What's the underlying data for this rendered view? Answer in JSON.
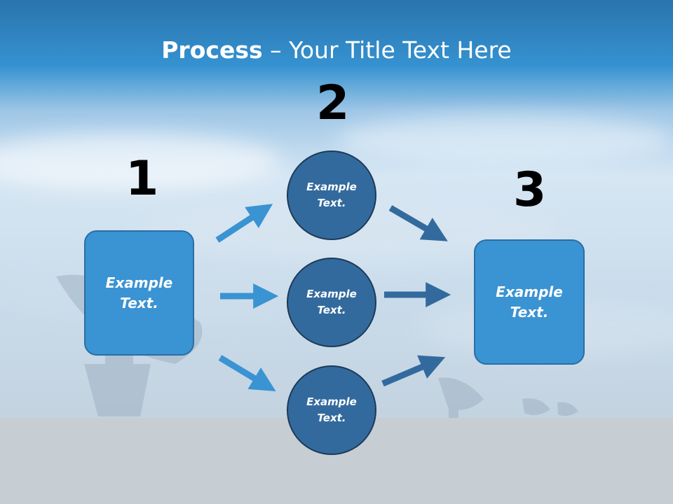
{
  "title": {
    "bold": "Process",
    "rest": " – Your Title Text Here"
  },
  "steps": {
    "one": "1",
    "two": "2",
    "three": "3"
  },
  "left_box": {
    "line1": "Example",
    "line2": "Text."
  },
  "right_box": {
    "line1": "Example",
    "line2": "Text."
  },
  "circles": [
    {
      "line1": "Example",
      "line2": "Text."
    },
    {
      "line1": "Example",
      "line2": "Text."
    },
    {
      "line1": "Example",
      "line2": "Text."
    }
  ],
  "colors": {
    "light_arrow": "#3a93d2",
    "dark_arrow": "#336a9e",
    "box_fill": "#3a93d2",
    "circle_fill": "#336a9e"
  }
}
